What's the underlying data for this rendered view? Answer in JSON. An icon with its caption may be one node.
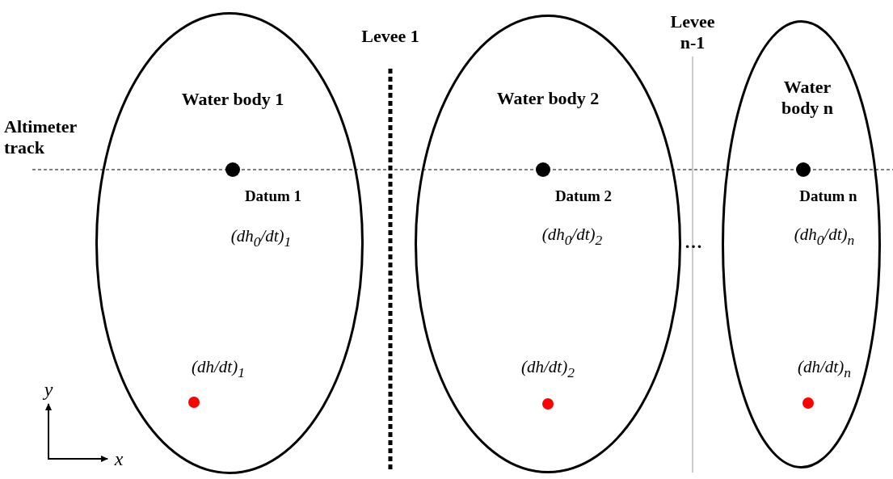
{
  "diagram": {
    "nodes": [
      {
        "text": [
          "Water body 1",
          "Datum 1",
          "(dh$_{0}$/dt)$_{1}$",
          "(dh/dt)$_{1}$"
        ]
      },
      {
        "text": [
          "Water body 2",
          "Datum 2",
          "(dh$_{0}$/dt)$_{2}$",
          "(dh/dt)$_{2}$"
        ]
      },
      {
        "text": [
          "Water body n",
          "Datum n",
          "(dh$_{0}$/dt)$_{n}$",
          "(dh/dt)$_{n}$"
        ]
      }
    ],
    "labels": [
      "Levee 1",
      "Levee n-1",
      "Altimeter track",
      "…",
      "y",
      "x"
    ]
  }
}
